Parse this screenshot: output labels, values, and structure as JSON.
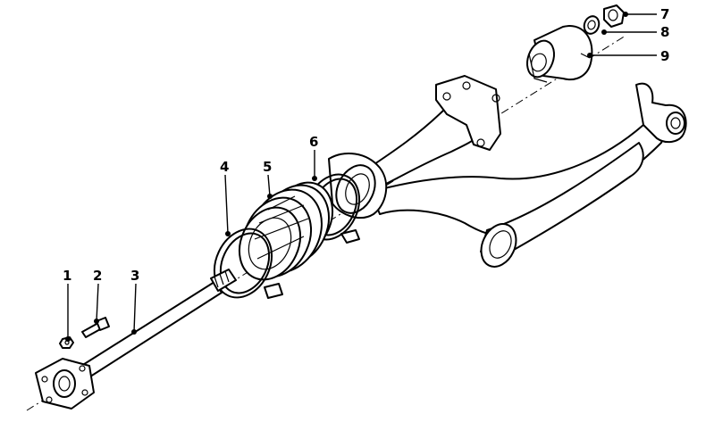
{
  "callouts": [
    {
      "label": "1"
    },
    {
      "label": "2"
    },
    {
      "label": "3"
    },
    {
      "label": "4"
    },
    {
      "label": "5"
    },
    {
      "label": "6"
    },
    {
      "label": "7"
    },
    {
      "label": "8"
    },
    {
      "label": "9"
    }
  ],
  "colors": {
    "ink": "#000000",
    "paper": "#ffffff",
    "shading": "#9a9a9a"
  }
}
